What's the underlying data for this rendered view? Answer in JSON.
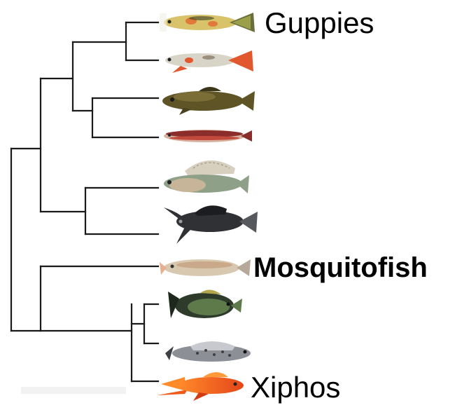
{
  "tree": {
    "taxa": [
      {
        "name": "Guppies",
        "label_weight": "normal",
        "icon": "guppy-fish-icon",
        "colors": [
          "#d8c36a",
          "#e07a3a",
          "#6a6e3a"
        ]
      },
      {
        "name": "",
        "icon": "guppy-red-tail-fish-icon",
        "colors": [
          "#d9d4c8",
          "#e2582e",
          "#9b8f7d"
        ]
      },
      {
        "name": "",
        "icon": "brown-livebearer-fish-icon",
        "colors": [
          "#5e5426",
          "#7a6d35",
          "#3b3618"
        ]
      },
      {
        "name": "",
        "icon": "red-stripe-livebearer-fish-icon",
        "colors": [
          "#8b2d2a",
          "#c24a3d",
          "#d8b2a0"
        ]
      },
      {
        "name": "",
        "icon": "sailfin-livebearer-fish-icon",
        "colors": [
          "#c7b59a",
          "#8fa088",
          "#d8d0bf"
        ]
      },
      {
        "name": "",
        "icon": "black-molly-fish-icon",
        "colors": [
          "#2f3135",
          "#55585d",
          "#1c1d20"
        ]
      },
      {
        "name": "Mosquitofish",
        "label_weight": "bold",
        "icon": "mosquitofish-icon",
        "colors": [
          "#d9c8b0",
          "#c9a98a",
          "#b7a999"
        ]
      },
      {
        "name": "",
        "icon": "green-platy-fish-icon",
        "colors": [
          "#2e3a2a",
          "#5f7a4a",
          "#b4a64c"
        ]
      },
      {
        "name": "",
        "icon": "spotted-silver-fish-icon",
        "colors": [
          "#8c8f96",
          "#c7c9cf",
          "#3e4046"
        ]
      },
      {
        "name": "Xiphos",
        "label_weight": "normal",
        "icon": "swordtail-fish-icon",
        "colors": [
          "#f05a1a",
          "#ff8a2a",
          "#d43a10"
        ]
      }
    ],
    "branch_color": "#1a1a1a"
  }
}
